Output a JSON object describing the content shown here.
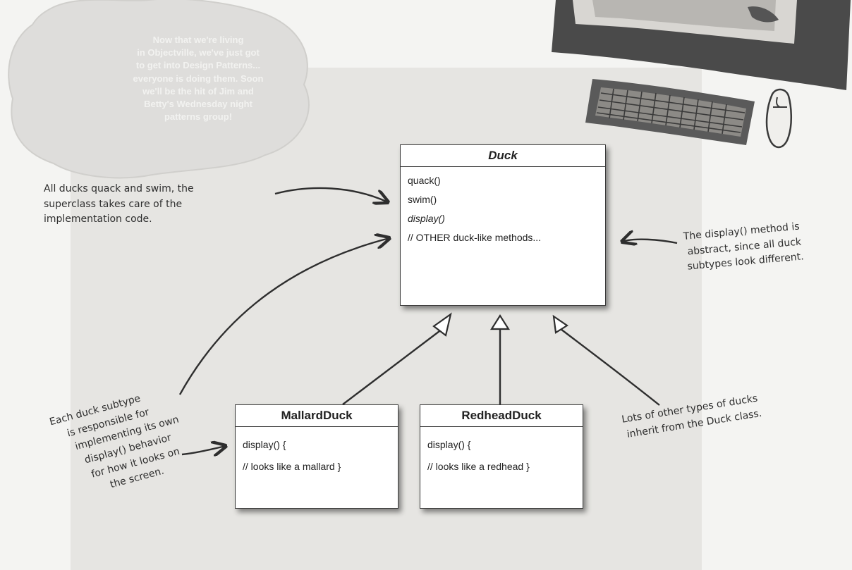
{
  "cloud": {
    "lines": [
      "Now that we're living",
      "in Objectville, we've just got",
      "to get into Design Patterns...",
      "everyone is doing them. Soon",
      "we'll be the hit of Jim and",
      "Betty's Wednesday night",
      "patterns group!"
    ]
  },
  "classes": {
    "duck": {
      "name": "Duck",
      "methods": [
        "quack()",
        "swim()",
        "display()",
        "// OTHER duck-like methods..."
      ]
    },
    "mallard": {
      "name": "MallardDuck",
      "methods": [
        "display() {",
        "// looks like a mallard }"
      ]
    },
    "redhead": {
      "name": "RedheadDuck",
      "methods": [
        "display() {",
        "// looks like a redhead }"
      ]
    }
  },
  "notes": {
    "quack_swim": [
      "All ducks quack and swim, the",
      "superclass takes care of the",
      "implementation code."
    ],
    "display_abstract": [
      "The display() method is",
      "abstract, since all duck",
      "subtypes look different."
    ],
    "subtype": [
      "Each duck subtype",
      "is responsible for",
      "implementing its own",
      "display() behavior",
      "for how it looks on",
      "the screen."
    ],
    "other_types": [
      "Lots of other types of ducks",
      "inherit from the Duck class."
    ]
  },
  "colors": {
    "ink": "#2e2e2e",
    "box_border": "#3a3a3a",
    "paper": "#e6e5e2"
  }
}
